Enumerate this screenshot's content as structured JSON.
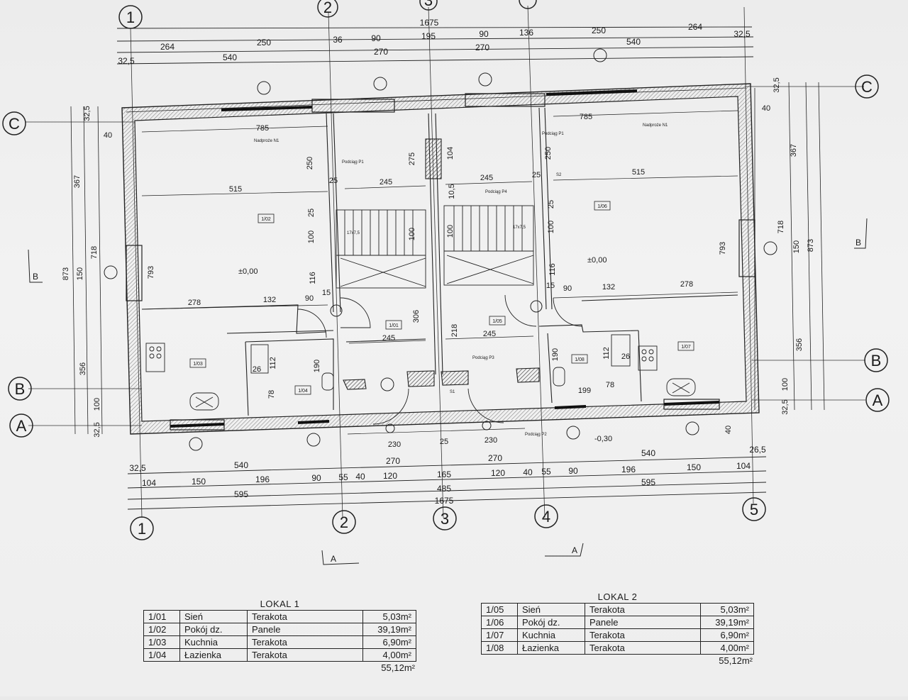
{
  "plan": {
    "axes": {
      "vertical": [
        "1",
        "2",
        "3",
        "4",
        "5"
      ],
      "horizontal": [
        "A",
        "B",
        "C"
      ]
    },
    "section_marks": [
      "A",
      "A",
      "B",
      "B"
    ],
    "top_dims": {
      "total": "1675",
      "row2": [
        "264",
        "250",
        "36",
        "90",
        "195",
        "90",
        "136",
        "250",
        "264",
        "32,5"
      ],
      "row3": [
        "540",
        "270",
        "270",
        "540"
      ],
      "left_offset": "32,5"
    },
    "bottom_dims": {
      "row1": [
        "540",
        "270",
        "270",
        "540",
        "26,5"
      ],
      "row1_left": "32,5",
      "row2": [
        "104",
        "150",
        "196",
        "90",
        "55",
        "40",
        "120",
        "165",
        "120",
        "40",
        "55",
        "90",
        "196",
        "150",
        "104"
      ],
      "row3": [
        "595",
        "485",
        "595"
      ],
      "total": "1675",
      "inner": [
        "230",
        "25",
        "230"
      ]
    },
    "left_dims": [
      "32,5",
      "367",
      "873",
      "718",
      "150",
      "793",
      "356",
      "100",
      "32,5",
      "40"
    ],
    "right_dims": [
      "32,5",
      "367",
      "873",
      "718",
      "150",
      "793",
      "356",
      "100",
      "32,5",
      "40"
    ],
    "interior_dims": [
      "785",
      "515",
      "250",
      "245",
      "25",
      "275",
      "25",
      "104",
      "245",
      "10,5",
      "100",
      "25",
      "116",
      "278",
      "132",
      "90",
      "15",
      "306",
      "218",
      "190",
      "112",
      "26",
      "199",
      "78",
      "17x7,5"
    ],
    "levels": [
      "±0,00",
      "±0,00",
      "-0,30"
    ],
    "labels": {
      "nadproze_n1": "Nadproże N1",
      "podciag_p1": "Podciąg P1",
      "podciag_p2": "Podciąg P2",
      "podciag_p3": "Podciąg P3",
      "podciag_p4": "Podciąg P4",
      "s1": "S1",
      "s2": "S2"
    },
    "room_tags": [
      "1/01",
      "1/02",
      "1/03",
      "1/04",
      "1/05",
      "1/06",
      "1/07",
      "1/08"
    ]
  },
  "lokal1": {
    "title": "LOKAL 1",
    "rows": [
      {
        "num": "1/01",
        "name": "Sień",
        "material": "Terakota",
        "area": "5,03m²"
      },
      {
        "num": "1/02",
        "name": "Pokój dz.",
        "material": "Panele",
        "area": "39,19m²"
      },
      {
        "num": "1/03",
        "name": "Kuchnia",
        "material": "Terakota",
        "area": "6,90m²"
      },
      {
        "num": "1/04",
        "name": "Łazienka",
        "material": "Terakota",
        "area": "4,00m²"
      }
    ],
    "total": "55,12m²"
  },
  "lokal2": {
    "title": "LOKAL 2",
    "rows": [
      {
        "num": "1/05",
        "name": "Sień",
        "material": "Terakota",
        "area": "5,03m²"
      },
      {
        "num": "1/06",
        "name": "Pokój dz.",
        "material": "Panele",
        "area": "39,19m²"
      },
      {
        "num": "1/07",
        "name": "Kuchnia",
        "material": "Terakota",
        "area": "6,90m²"
      },
      {
        "num": "1/08",
        "name": "Łazienka",
        "material": "Terakota",
        "area": "4,00m²"
      }
    ],
    "total": "55,12m²"
  },
  "colors": {
    "ink": "#1a1a1a",
    "paper": "#eeeeee"
  }
}
